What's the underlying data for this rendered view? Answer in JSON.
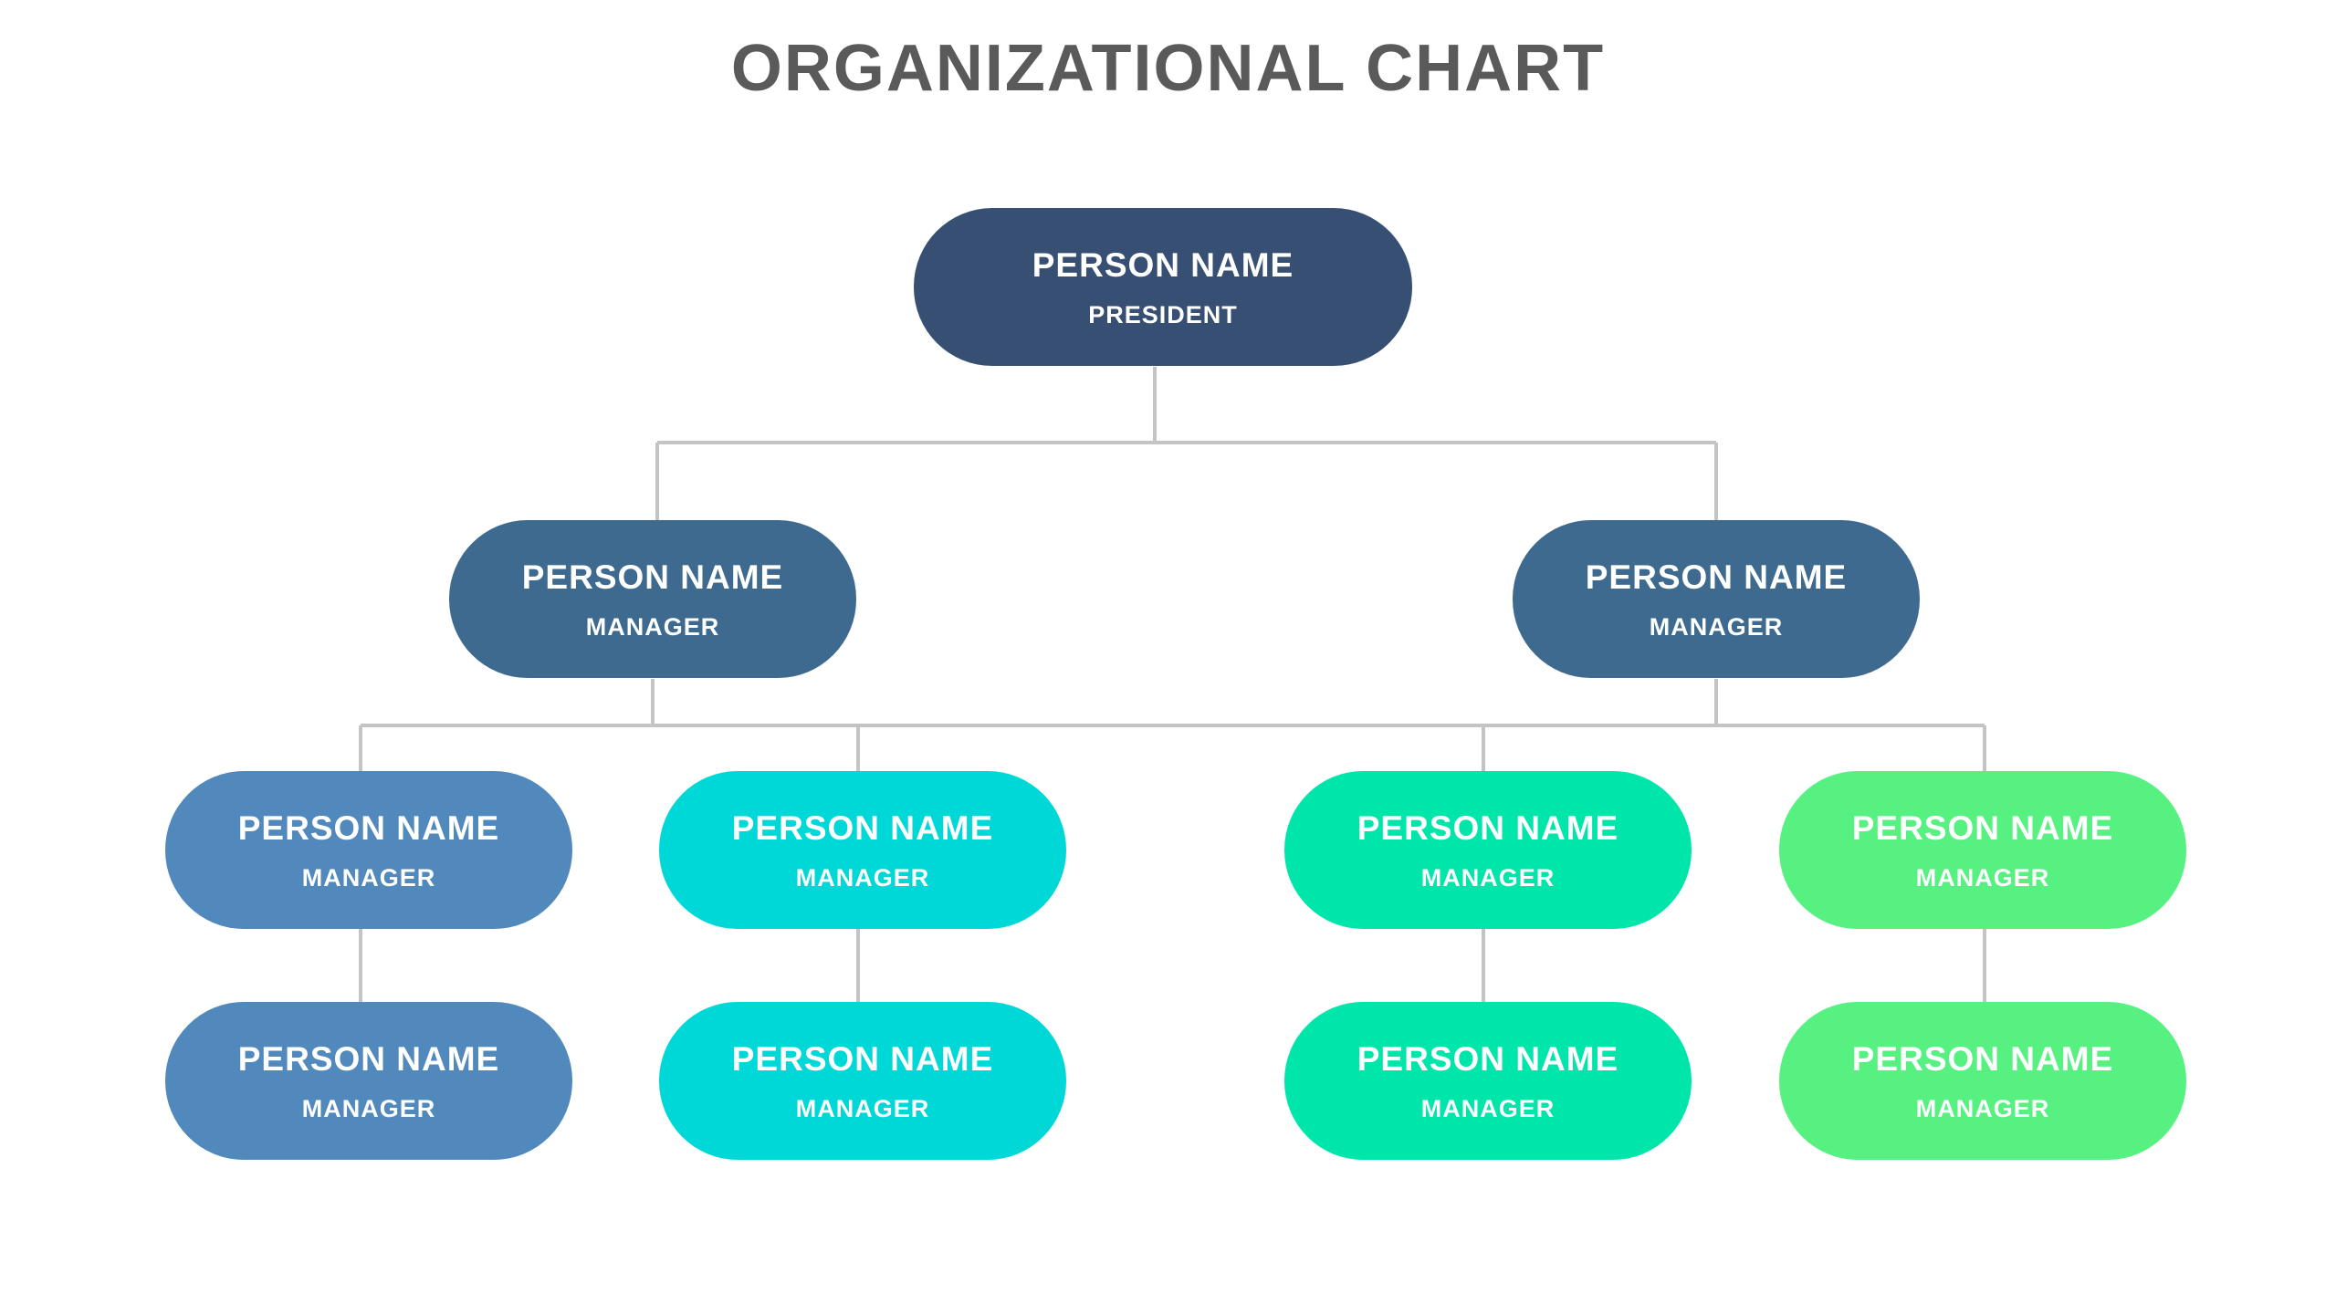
{
  "title": "ORGANIZATIONAL CHART",
  "colors": {
    "title": "#5a5a5a",
    "connector": "#c4c4c4",
    "president": "#374f73",
    "manager_upper": "#3d6a8e",
    "col1": "#5189bd",
    "col2": "#00d8d8",
    "col3": "#00e6aa",
    "col4": "#56f180"
  },
  "nodes": {
    "president": {
      "name": "PERSON NAME",
      "role": "PRESIDENT"
    },
    "manager_left": {
      "name": "PERSON NAME",
      "role": "MANAGER"
    },
    "manager_right": {
      "name": "PERSON NAME",
      "role": "MANAGER"
    },
    "row3_1": {
      "name": "PERSON NAME",
      "role": "MANAGER"
    },
    "row3_2": {
      "name": "PERSON NAME",
      "role": "MANAGER"
    },
    "row3_3": {
      "name": "PERSON NAME",
      "role": "MANAGER"
    },
    "row3_4": {
      "name": "PERSON NAME",
      "role": "MANAGER"
    },
    "row4_1": {
      "name": "PERSON NAME",
      "role": "MANAGER"
    },
    "row4_2": {
      "name": "PERSON NAME",
      "role": "MANAGER"
    },
    "row4_3": {
      "name": "PERSON NAME",
      "role": "MANAGER"
    },
    "row4_4": {
      "name": "PERSON NAME",
      "role": "MANAGER"
    }
  }
}
